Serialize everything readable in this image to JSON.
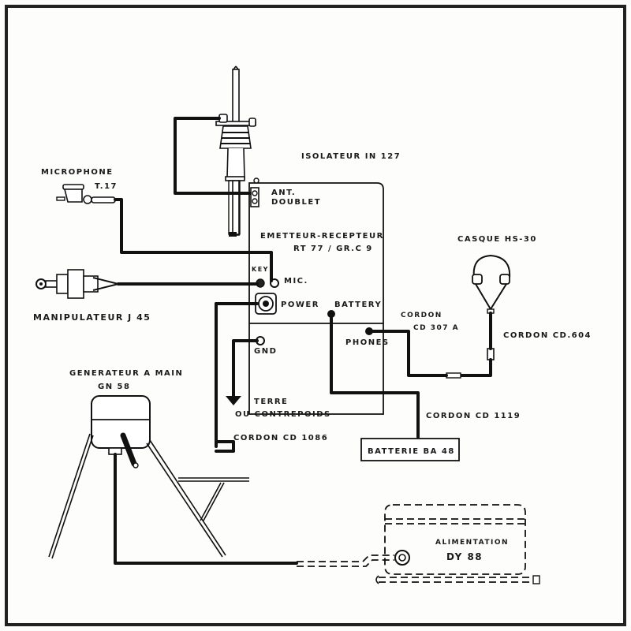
{
  "diagram": {
    "components": {
      "isolator": {
        "label": "ISOLATEUR  IN 127"
      },
      "antenna_terminal": {
        "label_line1": "ANT.",
        "label_line2": "DOUBLET"
      },
      "transceiver": {
        "label_line1": "EMETTEUR-RECEPTEUR",
        "label_line2": "RT 77 / GR.C 9"
      },
      "microphone": {
        "label": "MICROPHONE",
        "model": "T.17"
      },
      "key_jack": {
        "label": "KEY"
      },
      "mic_jack": {
        "label": "MIC."
      },
      "power_socket": {
        "label": "POWER"
      },
      "battery_socket": {
        "label": "BATTERY"
      },
      "gnd_terminal": {
        "label": "GND"
      },
      "phones_jack": {
        "label": "PHONES"
      },
      "manipulator": {
        "label": "MANIPULATEUR  J 45"
      },
      "headset": {
        "label": "CASQUE  HS-30"
      },
      "generator": {
        "label_line1": "GENERATEUR  A  MAIN",
        "label_line2": "GN  58"
      },
      "ground": {
        "label_line1": "TERRE",
        "label_line2": "OU CONTREPOIDS"
      },
      "battery": {
        "label": "BATTERIE  BA 48"
      },
      "power_supply": {
        "label_line1": "ALIMENTATION",
        "label_line2": "DY 88"
      }
    },
    "cords": {
      "cd307a": {
        "label_line1": "CORDON",
        "label_line2": "CD 307 A"
      },
      "cd604": {
        "label": "CORDON  CD.604"
      },
      "cd1119": {
        "label": "CORDON  CD 1119"
      },
      "cd1086": {
        "label": "CORDON  CD 1086"
      }
    }
  }
}
